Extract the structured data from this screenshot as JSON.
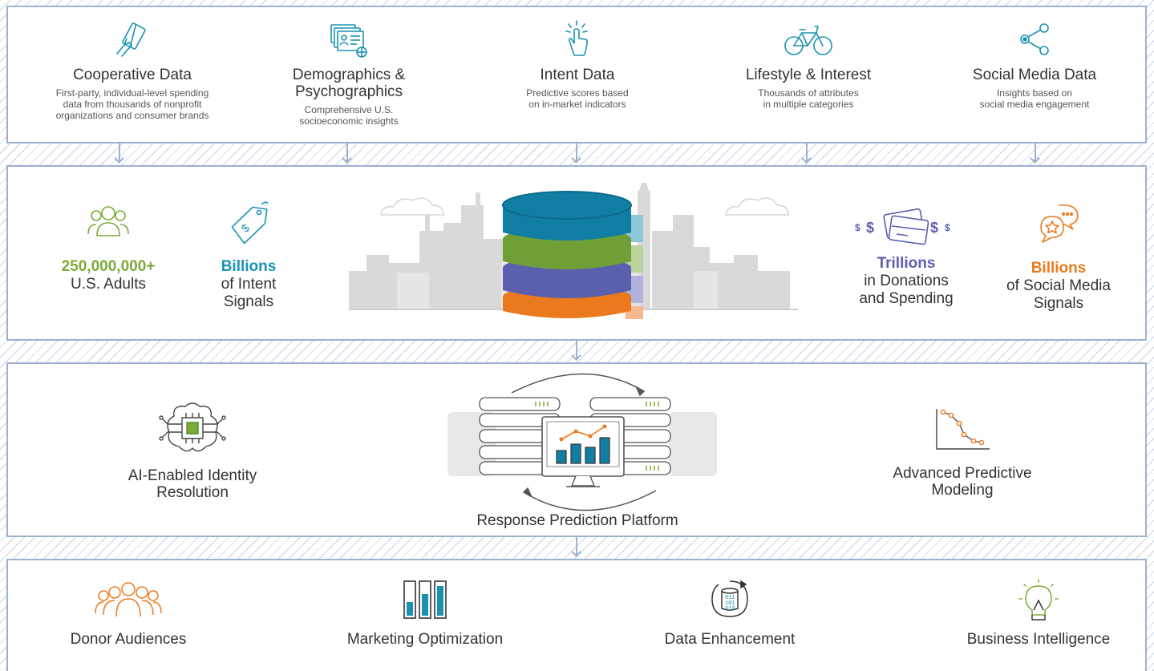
{
  "sources": [
    {
      "title": "Cooperative Data",
      "desc_lines": [
        "First-party, individual-level spending",
        "data from thousands of nonprofit",
        "organizations and consumer brands"
      ],
      "icon": "credit-card-hand-icon"
    },
    {
      "title_lines": [
        "Demographics &",
        "Psychographics"
      ],
      "desc_lines": [
        "Comprehensive U.S.",
        "socioeconomic insights"
      ],
      "icon": "id-card-globe-icon"
    },
    {
      "title": "Intent Data",
      "desc_lines": [
        "Predictive scores based",
        "on in-market indicators"
      ],
      "icon": "pointer-click-icon"
    },
    {
      "title": "Lifestyle & Interest",
      "desc_lines": [
        "Thousands of attributes",
        "in multiple categories"
      ],
      "icon": "bicycle-icon"
    },
    {
      "title": "Social Media Data",
      "desc_lines": [
        "Insights based on",
        "social media engagement"
      ],
      "icon": "share-network-icon"
    }
  ],
  "stats": [
    {
      "value": "250,000,000+",
      "label_lines": [
        "U.S. Adults"
      ],
      "color": "#7aab3a",
      "icon": "people-group-icon"
    },
    {
      "value": "Billions",
      "label_lines": [
        "of Intent",
        "Signals"
      ],
      "color": "#1a93b2",
      "icon": "price-tag-icon"
    },
    {
      "value": "Trillions",
      "label_lines": [
        "in Donations",
        "and Spending"
      ],
      "color": "#5b5fae",
      "icon": "credit-cards-dollar-icon"
    },
    {
      "value": "Billions",
      "label_lines": [
        "of Social Media",
        "Signals"
      ],
      "color": "#ea7a1d",
      "icon": "chat-star-icon"
    }
  ],
  "platform": {
    "left_lines": [
      "AI-Enabled Identity",
      "Resolution"
    ],
    "center": "Response Prediction Platform",
    "right_lines": [
      "Advanced Predictive",
      "Modeling"
    ]
  },
  "outputs": [
    {
      "label": "Donor Audiences",
      "icon": "donor-group-icon"
    },
    {
      "label": "Marketing Optimization",
      "icon": "bar-chart-icon"
    },
    {
      "label": "Data Enhancement",
      "icon": "database-refresh-icon"
    },
    {
      "label": "Business Intelligence",
      "icon": "lightbulb-icon"
    }
  ],
  "colors": {
    "teal": "#1a93b2",
    "green": "#7aab3a",
    "indigo": "#5b5fae",
    "orange": "#ea7a1d",
    "border": "#9cb0cf",
    "cylinder": [
      "#117fa4",
      "#6f9f36",
      "#5b60ae",
      "#ea7a1d"
    ]
  }
}
